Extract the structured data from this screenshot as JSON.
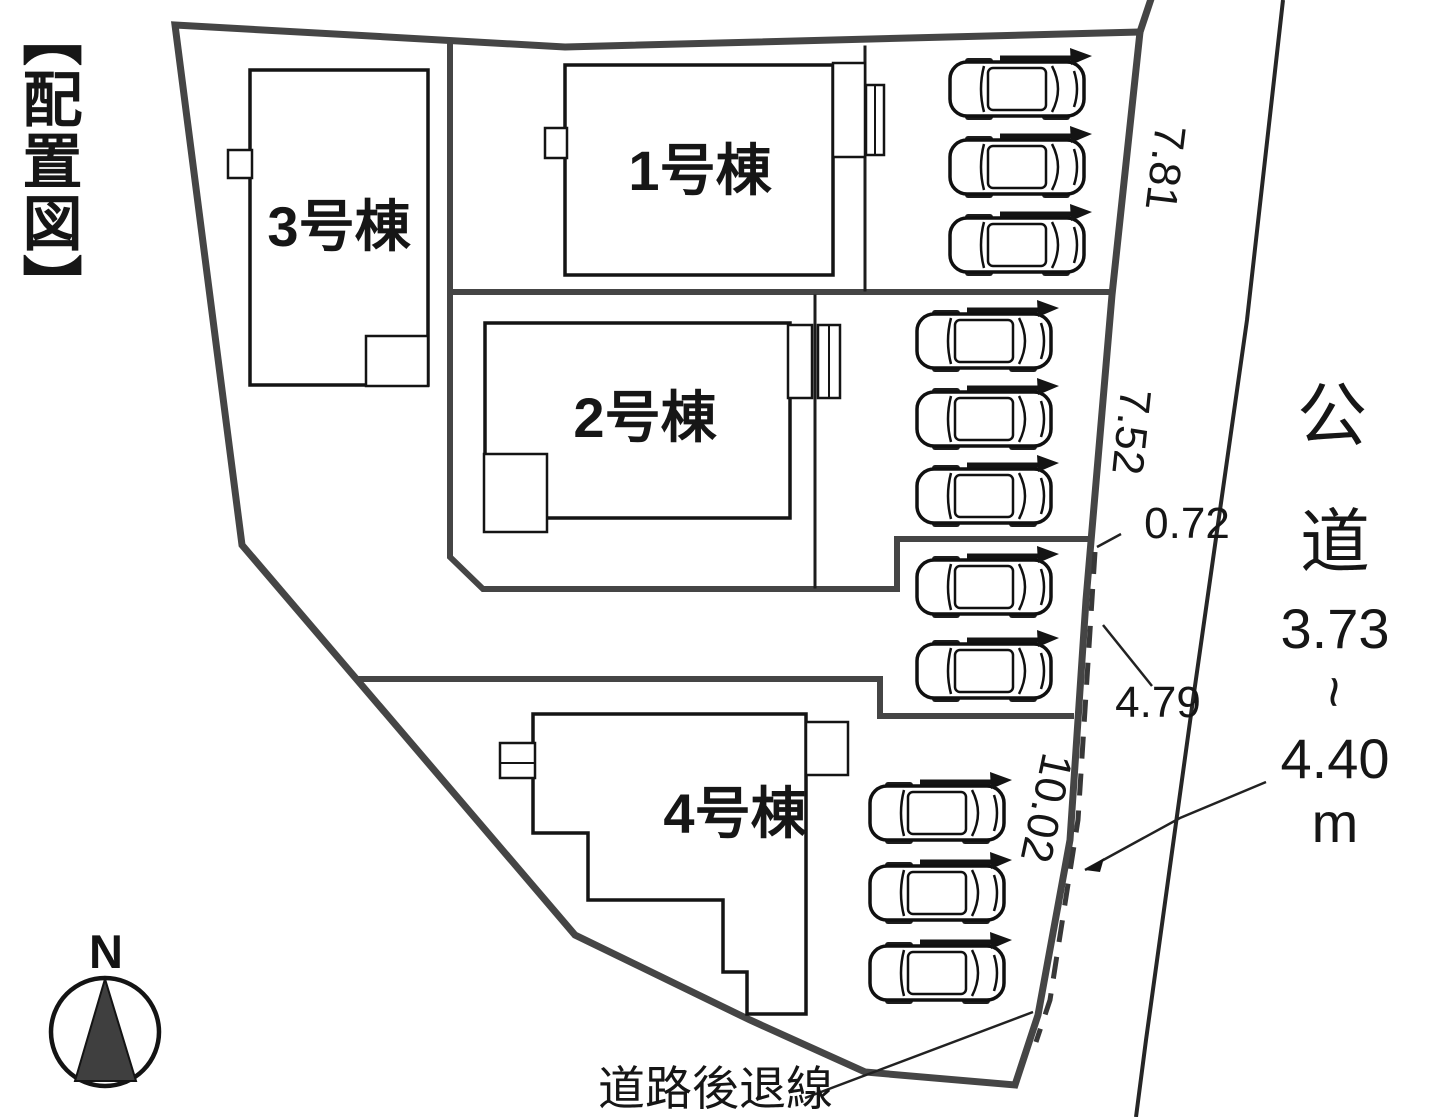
{
  "page_title": "【配置図】",
  "buildings": [
    {
      "label": "1号棟"
    },
    {
      "label": "2号棟"
    },
    {
      "label": "3号棟"
    },
    {
      "label": "4号棟"
    }
  ],
  "dimensions": {
    "north_east_boundary": "7.81",
    "east_boundary": "7.52",
    "east_offset": "0.72",
    "south_east_boundary": "4.79",
    "south_boundary": "10.02"
  },
  "road": {
    "name_char_1": "公",
    "name_char_2": "道",
    "width_min": "3.73",
    "range_tilde": "~",
    "width_max": "4.40",
    "unit": "m"
  },
  "setback_line_label": "道路後退線",
  "compass_north_label": "N",
  "parking": {
    "car_count": 11
  },
  "colors": {
    "boundary_line": "#454545",
    "ink": "#161616",
    "background": "#ffffff"
  }
}
